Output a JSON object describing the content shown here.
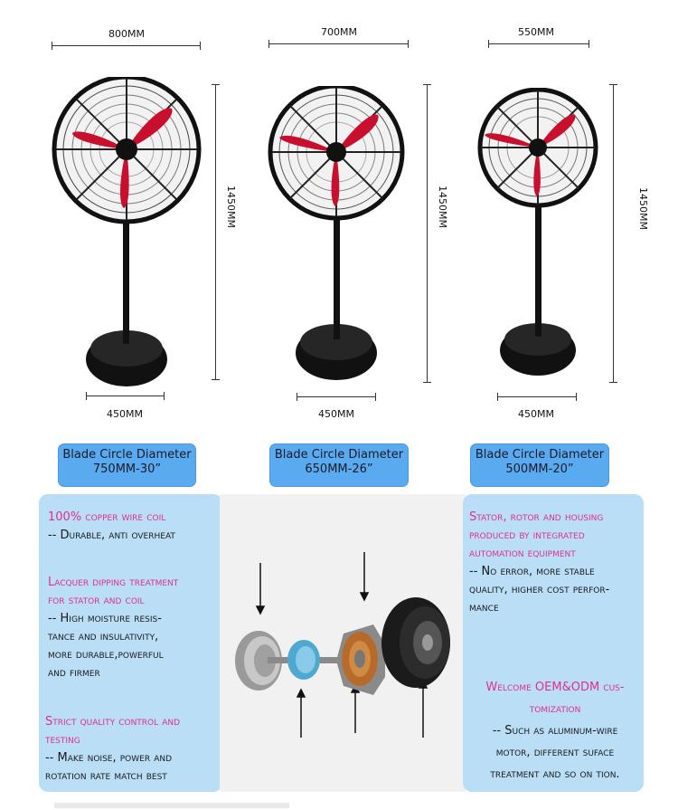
{
  "fans": [
    {
      "width_label": "800MM",
      "height_label": "1450MM",
      "base_label": "450MM",
      "spec_line1": "Blade Circle Diameter",
      "spec_line2": "750MM-30”"
    },
    {
      "width_label": "700MM",
      "height_label": "1450MM",
      "base_label": "450MM",
      "spec_line1": "Blade Circle Diameter",
      "spec_line2": "650MM-26”"
    },
    {
      "width_label": "550MM",
      "height_label": "1450MM",
      "base_label": "450MM",
      "spec_line1": "Blade Circle Diameter",
      "spec_line2": "500MM-20”"
    }
  ],
  "colors": {
    "blade": "#c8102e",
    "panel": "#b9def6",
    "spec_box": "#5aaaf0",
    "highlight": "#e0308e"
  },
  "features_left": [
    {
      "title": "100% copper wire coil",
      "lines": [
        "-- Durable, anti overheat"
      ]
    },
    {
      "title": "Lacquer dipping treatment for stator and coil",
      "title_lines": [
        "Lacquer dipping treatment",
        "for stator and coil"
      ],
      "lines": [
        "-- High moisture resis-",
        "tance and insulativity,",
        "more durable,powerful",
        "and firmer"
      ]
    },
    {
      "title": "Strict quality control and testing",
      "title_lines": [
        "Strict quality control and",
        "testing"
      ],
      "lines": [
        "-- Make noise, power and",
        "rotation rate match best"
      ]
    }
  ],
  "features_right": [
    {
      "title_lines": [
        "Stator, rotor and housing",
        "produced by integrated",
        "automation equipment"
      ],
      "lines": [
        "-- No error, more stable",
        "quality, higher cost perfor-",
        "mance"
      ]
    },
    {
      "title_lines": [
        "Welcome OEM&ODM cus-",
        "tomization"
      ],
      "lines": [
        "-- Such as aluminum-wire",
        "motor, different suface",
        "treatment and so on tion."
      ]
    }
  ]
}
